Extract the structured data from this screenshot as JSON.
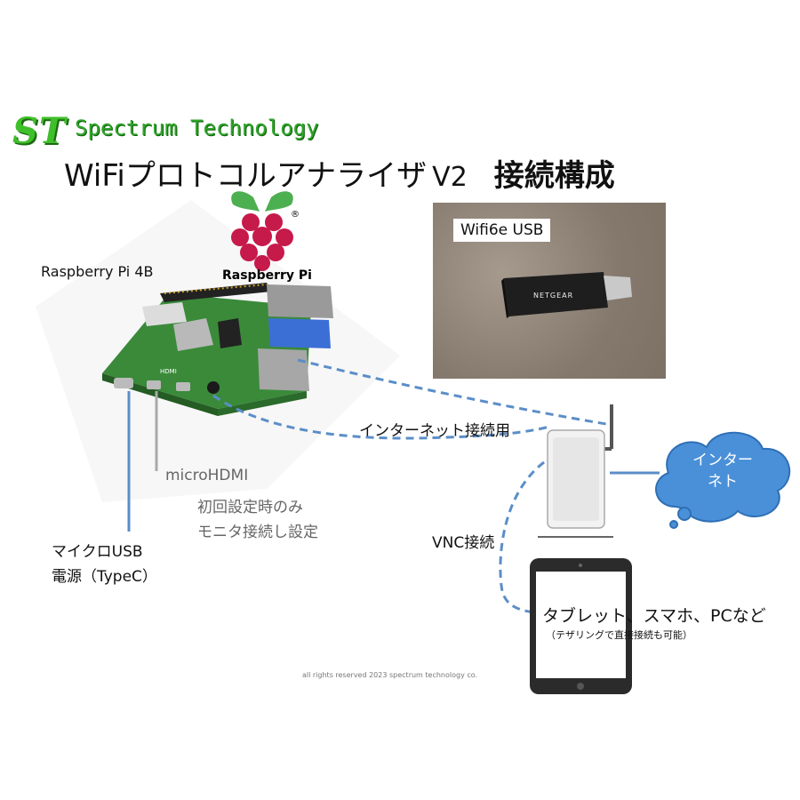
{
  "header": {
    "logo_mark": "ST",
    "logo_text": "Spectrum Technology",
    "title_main": "WiFiプロトコルアナライザ",
    "title_version": "V2",
    "title_sub": "接続構成"
  },
  "raspberry": {
    "brand_label": "Raspberry Pi",
    "registered_mark": "®",
    "board_label": "Raspberry Pi 4B",
    "hdmi_silk": "HDMI"
  },
  "wifi_usb": {
    "label": "Wifi6e USB",
    "brand": "NETGEAR"
  },
  "connections": {
    "internet": "インターネット接続用",
    "vnc": "VNC接続",
    "hdmi_label": "microHDMI",
    "hdmi_note_line1": "初回設定時のみ",
    "hdmi_note_line2": "モニタ接続し設定",
    "power_line1": "マイクロUSB",
    "power_line2": "電源（TypeC）"
  },
  "cloud": {
    "line1": "インター",
    "line2": "ネト"
  },
  "tablet": {
    "label": "タブレット、スマホ、PCなど",
    "note": "（テザリングで直接接続も可能）"
  },
  "footer": "all rights reserved 2023 spectrum technology co.",
  "colors": {
    "dashed_line": "#5b8ec8",
    "cloud": "#4a90d9",
    "logo_green": "#3fbf2a",
    "board_green": "#3a8a3a"
  }
}
